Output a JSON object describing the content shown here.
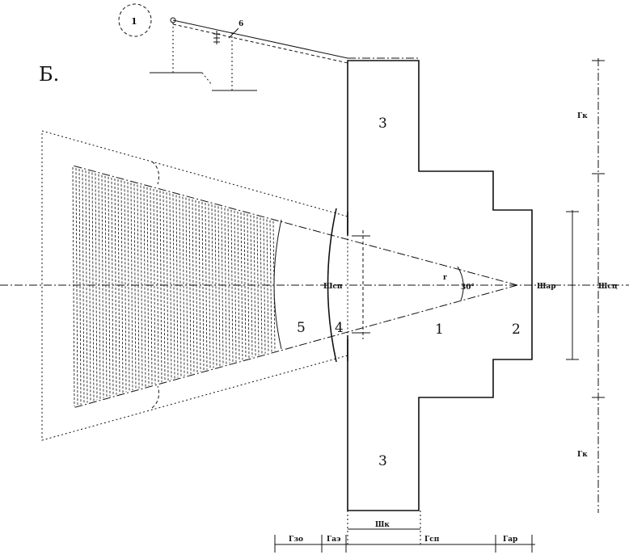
{
  "figure_label": "Б.",
  "callout_circle": "1",
  "callout_small": "6",
  "zones": {
    "z1": "1",
    "z2": "2",
    "z3_top": "3",
    "z3_bottom": "3",
    "z4": "4",
    "z5": "5"
  },
  "angle": {
    "value": "30°",
    "radius_label": "r"
  },
  "dimensions": {
    "shsp": "Шсп",
    "shar": "Шар",
    "shsc": "Шсц",
    "gk_top": "Гк",
    "gk_bottom": "Гк",
    "shk": "Шк",
    "gzo": "Гзо",
    "gaz": "Гаэ",
    "gsp": "Гсп",
    "gar": "Гар"
  }
}
